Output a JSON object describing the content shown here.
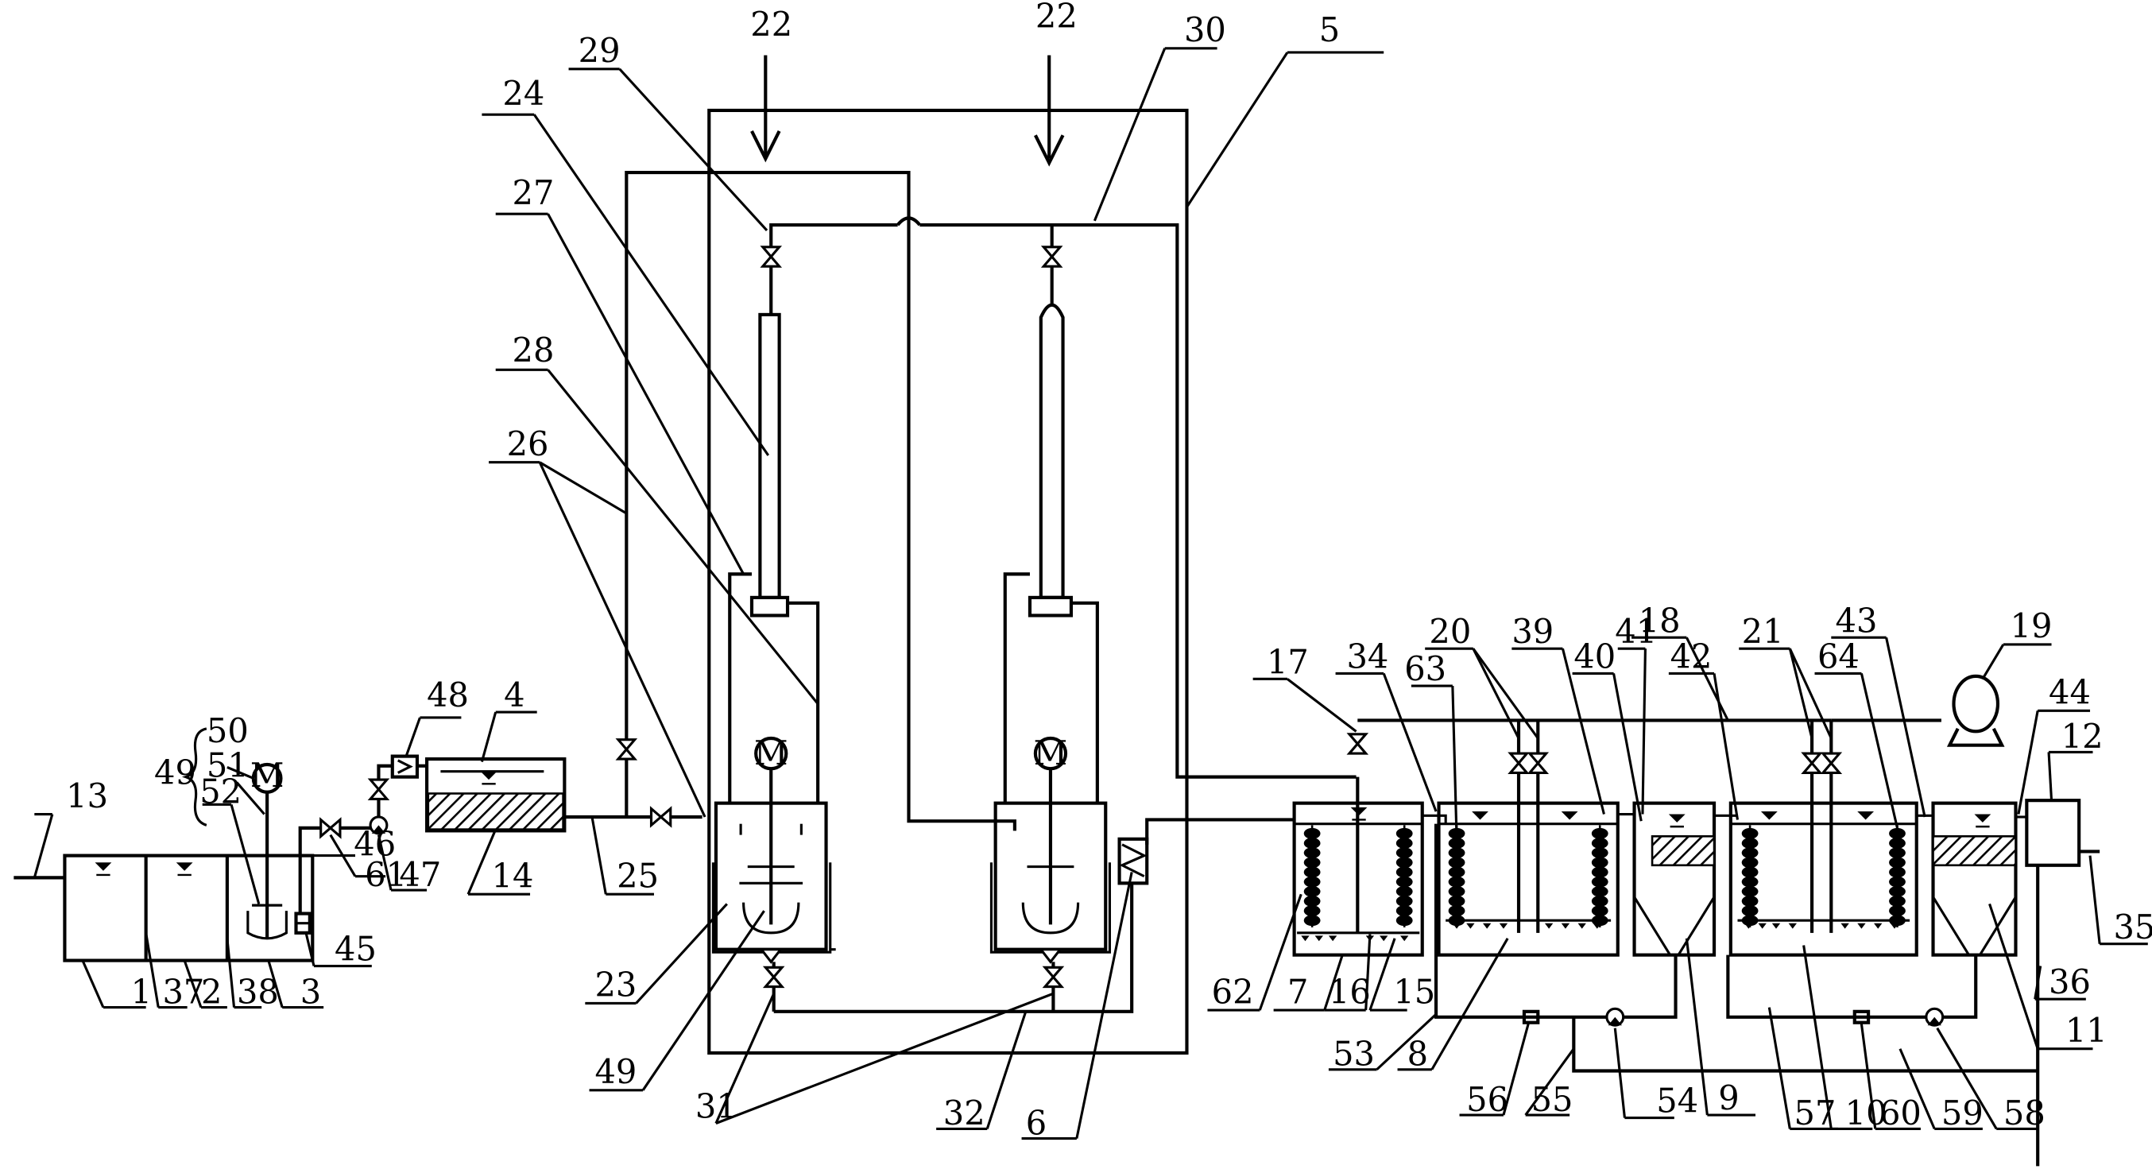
{
  "figure": {
    "motor_letter": "M",
    "labels": [
      {
        "id": "l1",
        "text": "1"
      },
      {
        "id": "l2",
        "text": "2"
      },
      {
        "id": "l3",
        "text": "3"
      },
      {
        "id": "l4",
        "text": "4"
      },
      {
        "id": "l5",
        "text": "5"
      },
      {
        "id": "l6",
        "text": "6"
      },
      {
        "id": "l7",
        "text": "7"
      },
      {
        "id": "l8",
        "text": "8"
      },
      {
        "id": "l9",
        "text": "9"
      },
      {
        "id": "l10",
        "text": "10"
      },
      {
        "id": "l11",
        "text": "11"
      },
      {
        "id": "l12",
        "text": "12"
      },
      {
        "id": "l13",
        "text": "13"
      },
      {
        "id": "l14",
        "text": "14"
      },
      {
        "id": "l15",
        "text": "15"
      },
      {
        "id": "l16",
        "text": "16"
      },
      {
        "id": "l17",
        "text": "17"
      },
      {
        "id": "l18",
        "text": "18"
      },
      {
        "id": "l19",
        "text": "19"
      },
      {
        "id": "l20",
        "text": "20"
      },
      {
        "id": "l21",
        "text": "21"
      },
      {
        "id": "l22a",
        "text": "22"
      },
      {
        "id": "l22b",
        "text": "22"
      },
      {
        "id": "l23",
        "text": "23"
      },
      {
        "id": "l24",
        "text": "24"
      },
      {
        "id": "l25",
        "text": "25"
      },
      {
        "id": "l26",
        "text": "26"
      },
      {
        "id": "l27",
        "text": "27"
      },
      {
        "id": "l28",
        "text": "28"
      },
      {
        "id": "l29",
        "text": "29"
      },
      {
        "id": "l30",
        "text": "30"
      },
      {
        "id": "l31",
        "text": "31"
      },
      {
        "id": "l32",
        "text": "32"
      },
      {
        "id": "l34",
        "text": "34"
      },
      {
        "id": "l35",
        "text": "35"
      },
      {
        "id": "l36",
        "text": "36"
      },
      {
        "id": "l37",
        "text": "37"
      },
      {
        "id": "l38",
        "text": "38"
      },
      {
        "id": "l39",
        "text": "39"
      },
      {
        "id": "l40",
        "text": "40"
      },
      {
        "id": "l41",
        "text": "41"
      },
      {
        "id": "l42",
        "text": "42"
      },
      {
        "id": "l43",
        "text": "43"
      },
      {
        "id": "l44",
        "text": "44"
      },
      {
        "id": "l45",
        "text": "45"
      },
      {
        "id": "l46",
        "text": "46"
      },
      {
        "id": "l47",
        "text": "47"
      },
      {
        "id": "l48",
        "text": "48"
      },
      {
        "id": "l49a",
        "text": "49"
      },
      {
        "id": "l49b",
        "text": "49"
      },
      {
        "id": "l50",
        "text": "50"
      },
      {
        "id": "l51",
        "text": "51"
      },
      {
        "id": "l52",
        "text": "52"
      },
      {
        "id": "l53",
        "text": "53"
      },
      {
        "id": "l54",
        "text": "54"
      },
      {
        "id": "l55",
        "text": "55"
      },
      {
        "id": "l56",
        "text": "56"
      },
      {
        "id": "l57",
        "text": "57"
      },
      {
        "id": "l58",
        "text": "58"
      },
      {
        "id": "l59",
        "text": "59"
      },
      {
        "id": "l60",
        "text": "60"
      },
      {
        "id": "l61",
        "text": "61"
      },
      {
        "id": "l62",
        "text": "62"
      },
      {
        "id": "l63",
        "text": "63"
      },
      {
        "id": "l64",
        "text": "64"
      }
    ]
  }
}
